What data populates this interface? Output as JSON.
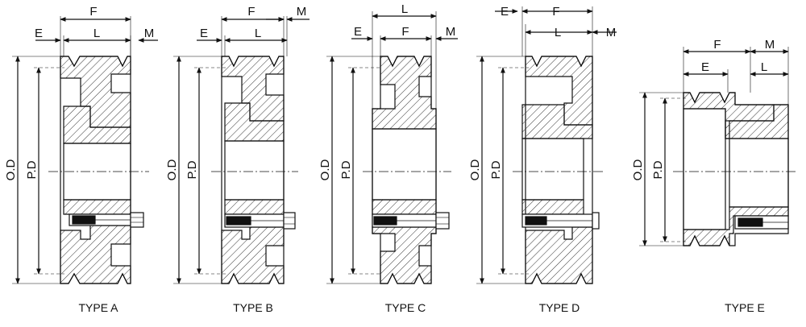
{
  "diagram": {
    "dimension_labels": {
      "od": "O.D",
      "pd": "P.D",
      "f": "F",
      "l": "L",
      "e": "E",
      "m": "M"
    },
    "types": [
      {
        "id": "a",
        "caption": "TYPE A"
      },
      {
        "id": "b",
        "caption": "TYPE B"
      },
      {
        "id": "c",
        "caption": "TYPE C"
      },
      {
        "id": "d",
        "caption": "TYPE D"
      },
      {
        "id": "e",
        "caption": "TYPE E"
      }
    ]
  },
  "colors": {
    "line": "#111111",
    "hatch": "#333333",
    "background": "#ffffff"
  }
}
